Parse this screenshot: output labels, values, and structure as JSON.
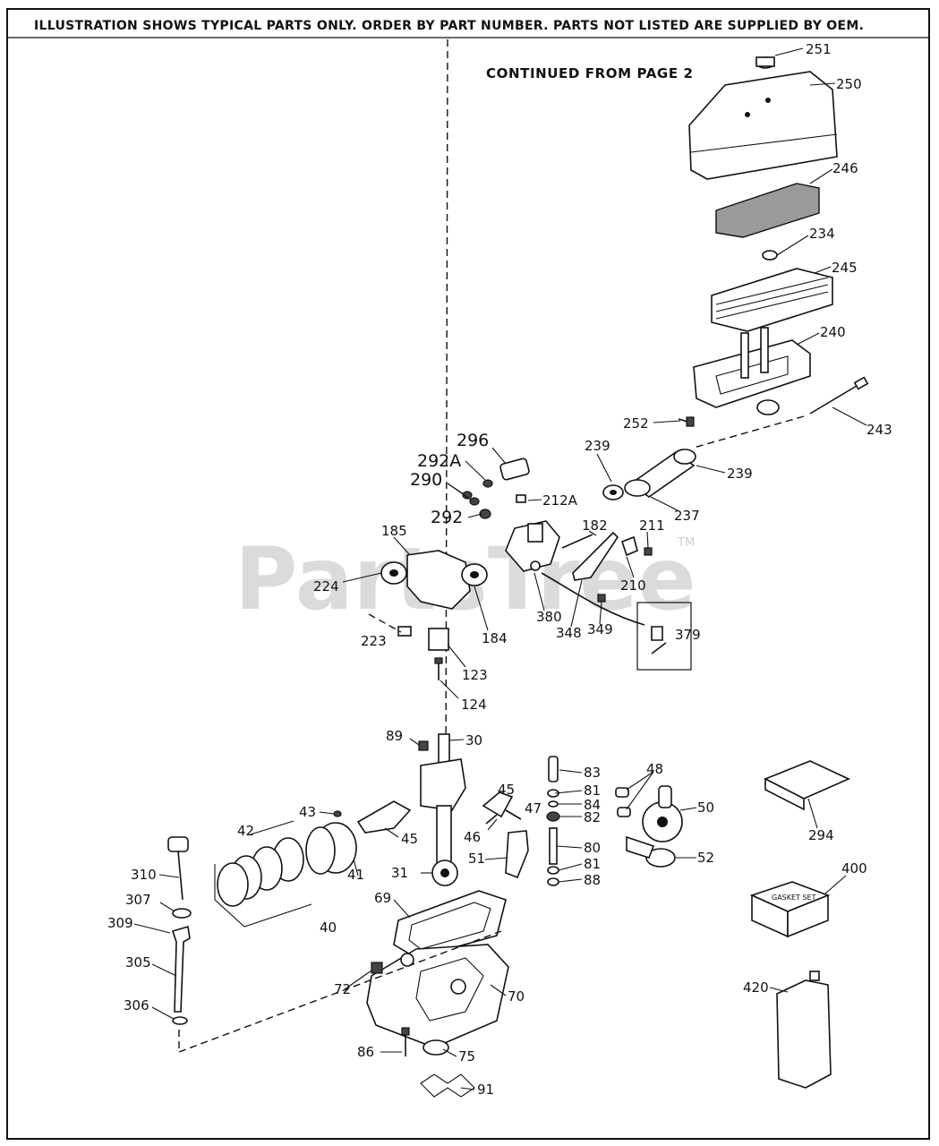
{
  "header": {
    "notice": "ILLUSTRATION SHOWS TYPICAL PARTS ONLY. ORDER BY PART NUMBER. PARTS NOT LISTED ARE SUPPLIED BY OEM.",
    "continued": "CONTINUED FROM PAGE 2"
  },
  "watermark": {
    "text": "PartsTree",
    "tm": "TM"
  },
  "gasket_box_label": "GASKET SET",
  "labels": {
    "p251": "251",
    "p250": "250",
    "p246": "246",
    "p234": "234",
    "p245": "245",
    "p240": "240",
    "p243": "243",
    "p252": "252",
    "p239a": "239",
    "p239b": "239",
    "p237": "237",
    "p296": "296",
    "p292A": "292A",
    "p290": "290",
    "p212A": "212A",
    "p292": "292",
    "p185": "185",
    "p182": "182",
    "p211": "211",
    "p224": "224",
    "p210": "210",
    "p380": "380",
    "p348": "348",
    "p349": "349",
    "p379": "379",
    "p184": "184",
    "p223": "223",
    "p123": "123",
    "p124": "124",
    "p89": "89",
    "p30": "30",
    "p83": "83",
    "p48": "48",
    "p81a": "81",
    "p84": "84",
    "p45a": "45",
    "p47": "47",
    "p82": "82",
    "p50": "50",
    "p43": "43",
    "p42": "42",
    "p45b": "45",
    "p46": "46",
    "p80": "80",
    "p52": "52",
    "p41": "41",
    "p51": "51",
    "p81b": "81",
    "p88": "88",
    "p31": "31",
    "p310": "310",
    "p307": "307",
    "p69": "69",
    "p40": "40",
    "p309": "309",
    "p305": "305",
    "p72": "72",
    "p70": "70",
    "p306": "306",
    "p86": "86",
    "p75": "75",
    "p91": "91",
    "p294": "294",
    "p400": "400",
    "p420": "420"
  }
}
